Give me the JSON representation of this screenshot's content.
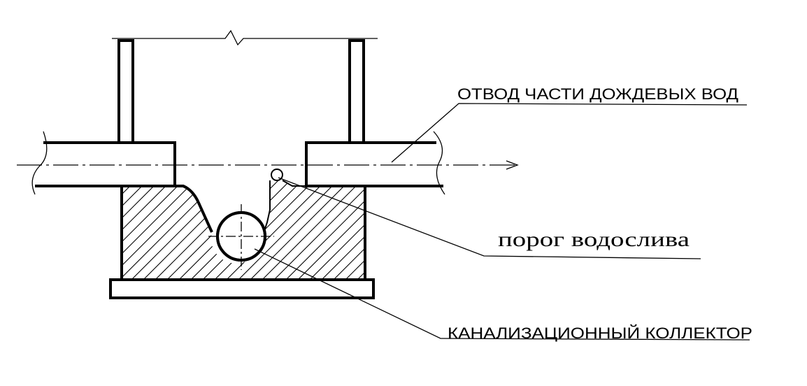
{
  "labels": {
    "stormwater_diversion": "ОТВОД ЧАСТИ ДОЖДЕВЫХ ВОД",
    "weir_threshold": "порог водослива",
    "sewer_collector": "КАНАЛИЗАЦИОННЫЙ КОЛЛЕКТОР"
  },
  "colors": {
    "ink": "#000000",
    "background": "#ffffff"
  }
}
